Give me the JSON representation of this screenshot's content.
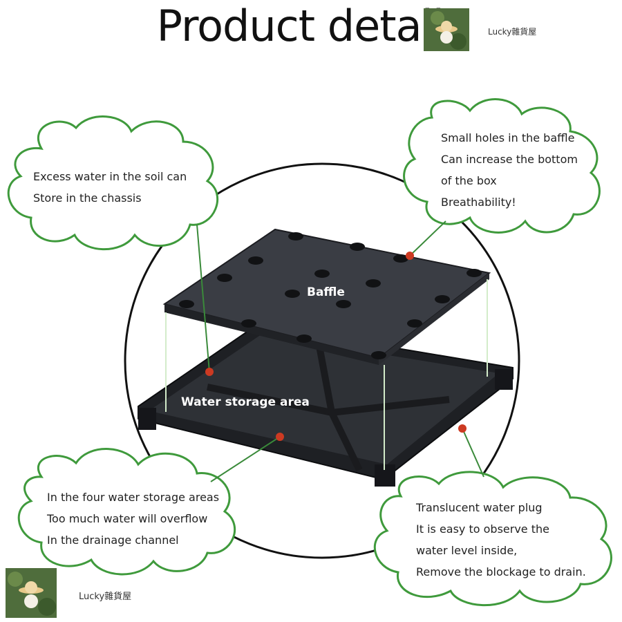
{
  "title": "Product details",
  "shop_name": "Lucky雜貨屋",
  "labels": {
    "baffle": "Baffle",
    "water_storage": "Water storage area"
  },
  "callouts": [
    {
      "id": "soil",
      "lines": [
        "Excess water in the soil can",
        "Store in the chassis"
      ]
    },
    {
      "id": "holes",
      "lines": [
        "Small holes in the baffle",
        "Can increase the bottom",
        "of the box",
        "Breathability!"
      ]
    },
    {
      "id": "storage",
      "lines": [
        "In the four water storage areas",
        "Too much water will overflow",
        "In the drainage channel"
      ]
    },
    {
      "id": "plug",
      "lines": [
        "Translucent water plug",
        "It is easy to observe the",
        "water level inside,",
        "Remove the blockage to drain."
      ]
    }
  ],
  "colors": {
    "cloud_outline": "#3f9a3c",
    "leader_line": "#3a8a3a",
    "marker": "#cc3a22",
    "tray": "#222428",
    "baffle": "#3a3d44"
  }
}
